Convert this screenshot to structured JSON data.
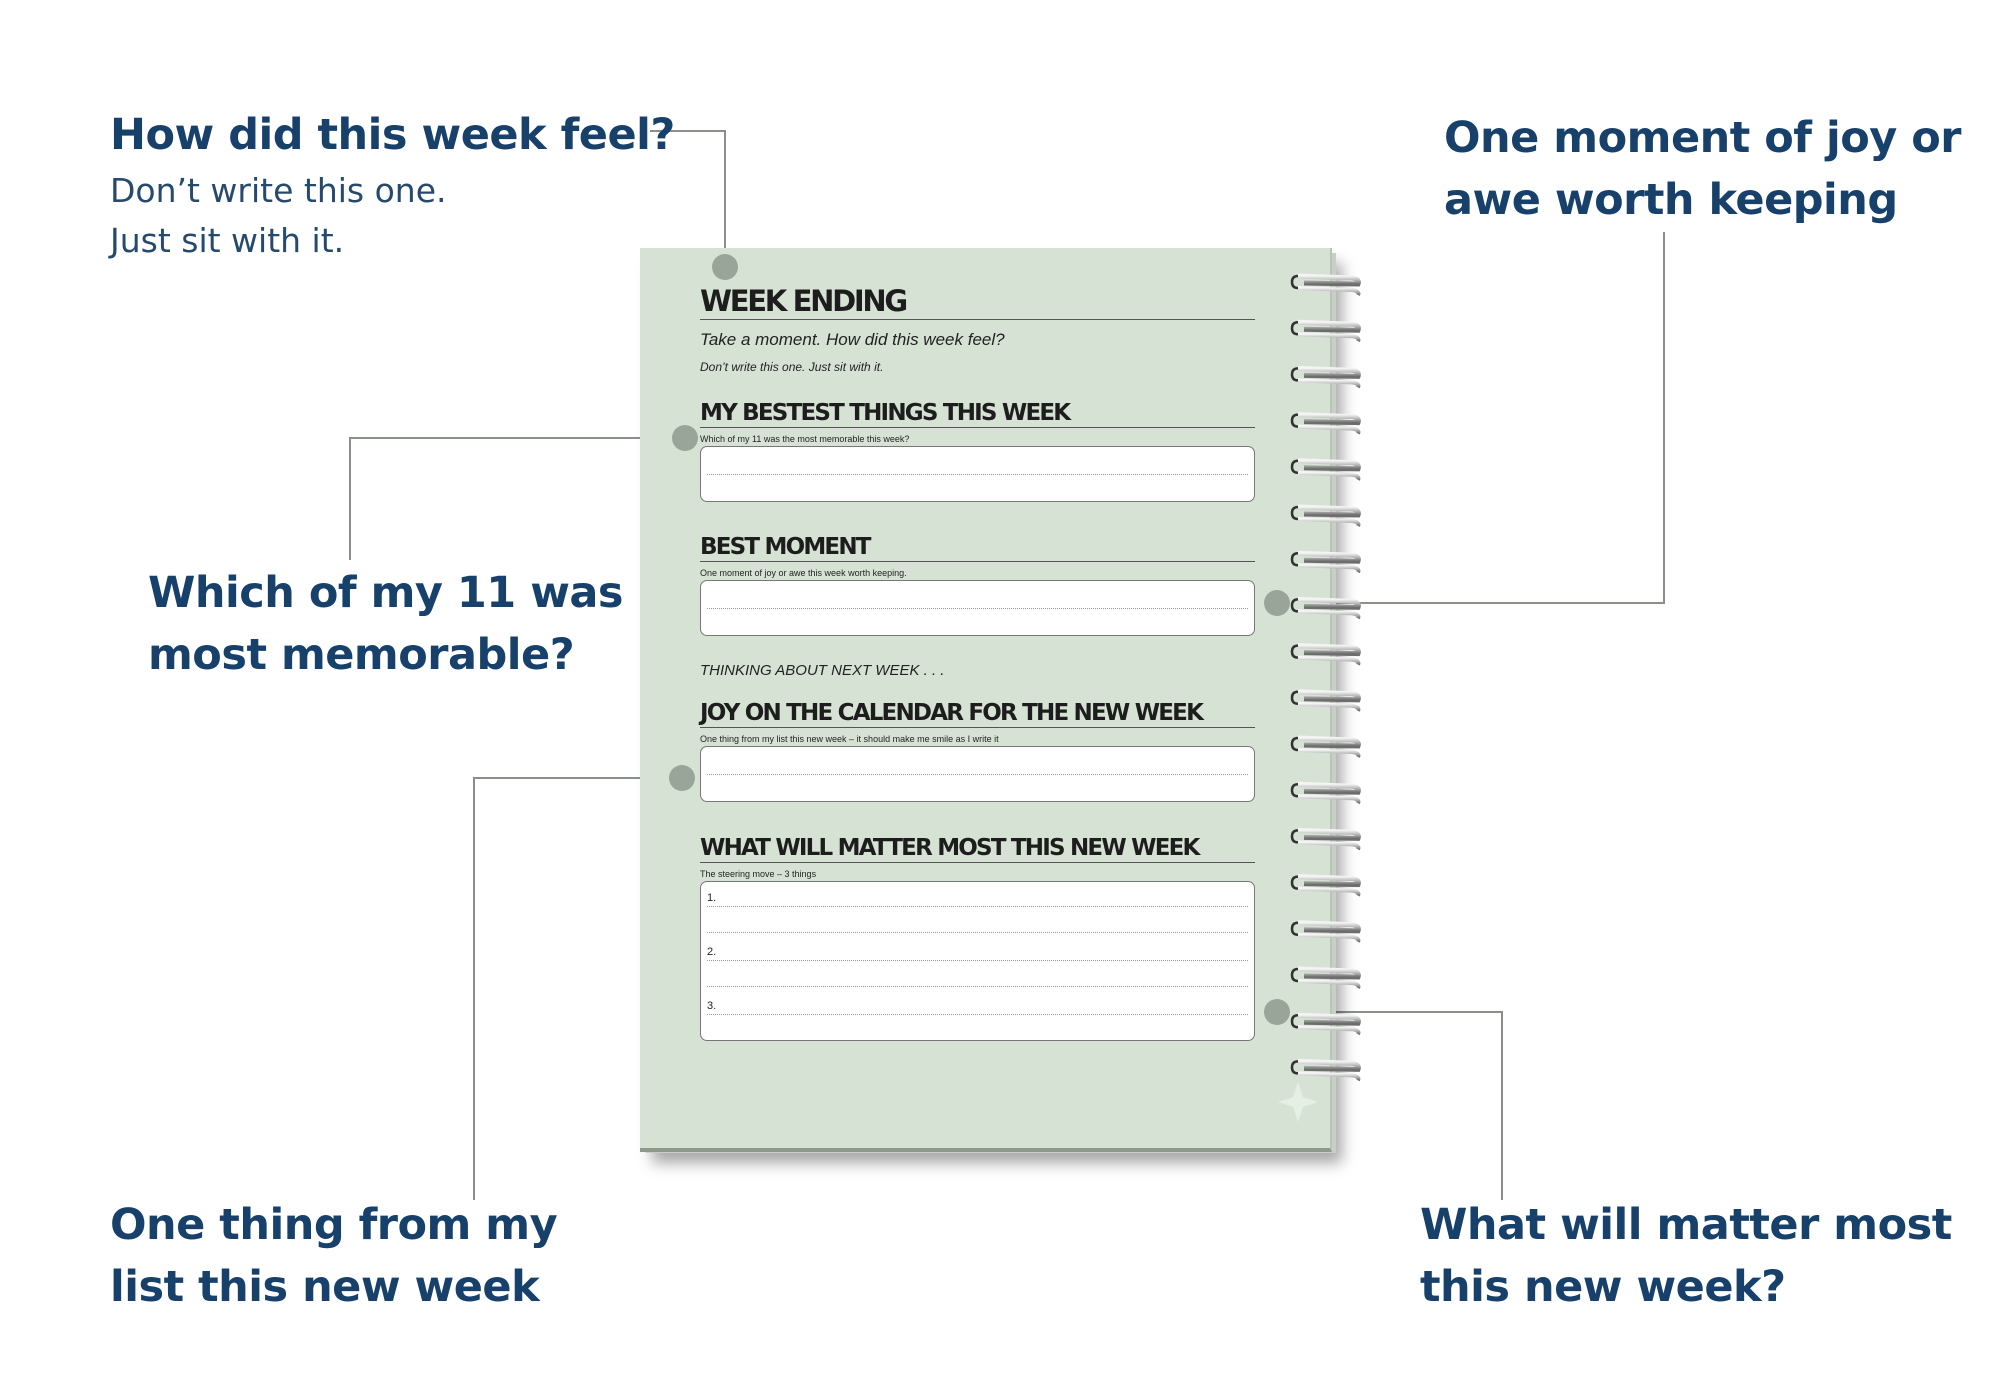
{
  "callouts": {
    "week_feel": {
      "title": "How did this week feel?",
      "line1": "Don’t write this one.",
      "line2": "Just sit with it."
    },
    "memorable": {
      "line1": "Which of my 11 was",
      "line2": "most memorable?"
    },
    "joy_moment": {
      "line1": "One moment of joy or",
      "line2": "awe worth keeping"
    },
    "one_thing": {
      "line1": "One thing from my",
      "line2": "list this new week"
    },
    "matter_most": {
      "line1": "What will matter most",
      "line2": "this new week?"
    }
  },
  "page": {
    "week_ending": "WEEK ENDING",
    "take_moment": "Take a moment. How did this week feel?",
    "dont_write": "Don’t write this one. Just sit with it.",
    "bestest": {
      "title": "MY BESTEST THINGS THIS WEEK",
      "hint": "Which of my 11 was the most memorable this week?"
    },
    "best_moment": {
      "title": "BEST MOMENT",
      "hint": "One moment of joy or awe this week worth keeping."
    },
    "thinking": "THINKING ABOUT NEXT WEEK . . .",
    "joy_calendar": {
      "title": "JOY ON THE CALENDAR FOR THE NEW WEEK",
      "hint": "One thing from my list this new week – it should make me smile as I write it"
    },
    "matter": {
      "title": "WHAT WILL MATTER MOST THIS NEW WEEK",
      "hint": "The steering move – 3 things",
      "items": [
        "1.",
        "2.",
        "3."
      ]
    }
  },
  "colors": {
    "callout_text": "#17406a",
    "page_bg": "#d6e3d4",
    "leader_line": "#8a8f8a",
    "dot": "#9aa59a"
  },
  "icons": {
    "binding": "spiral-binding-icon",
    "star": "star-watermark-icon"
  }
}
